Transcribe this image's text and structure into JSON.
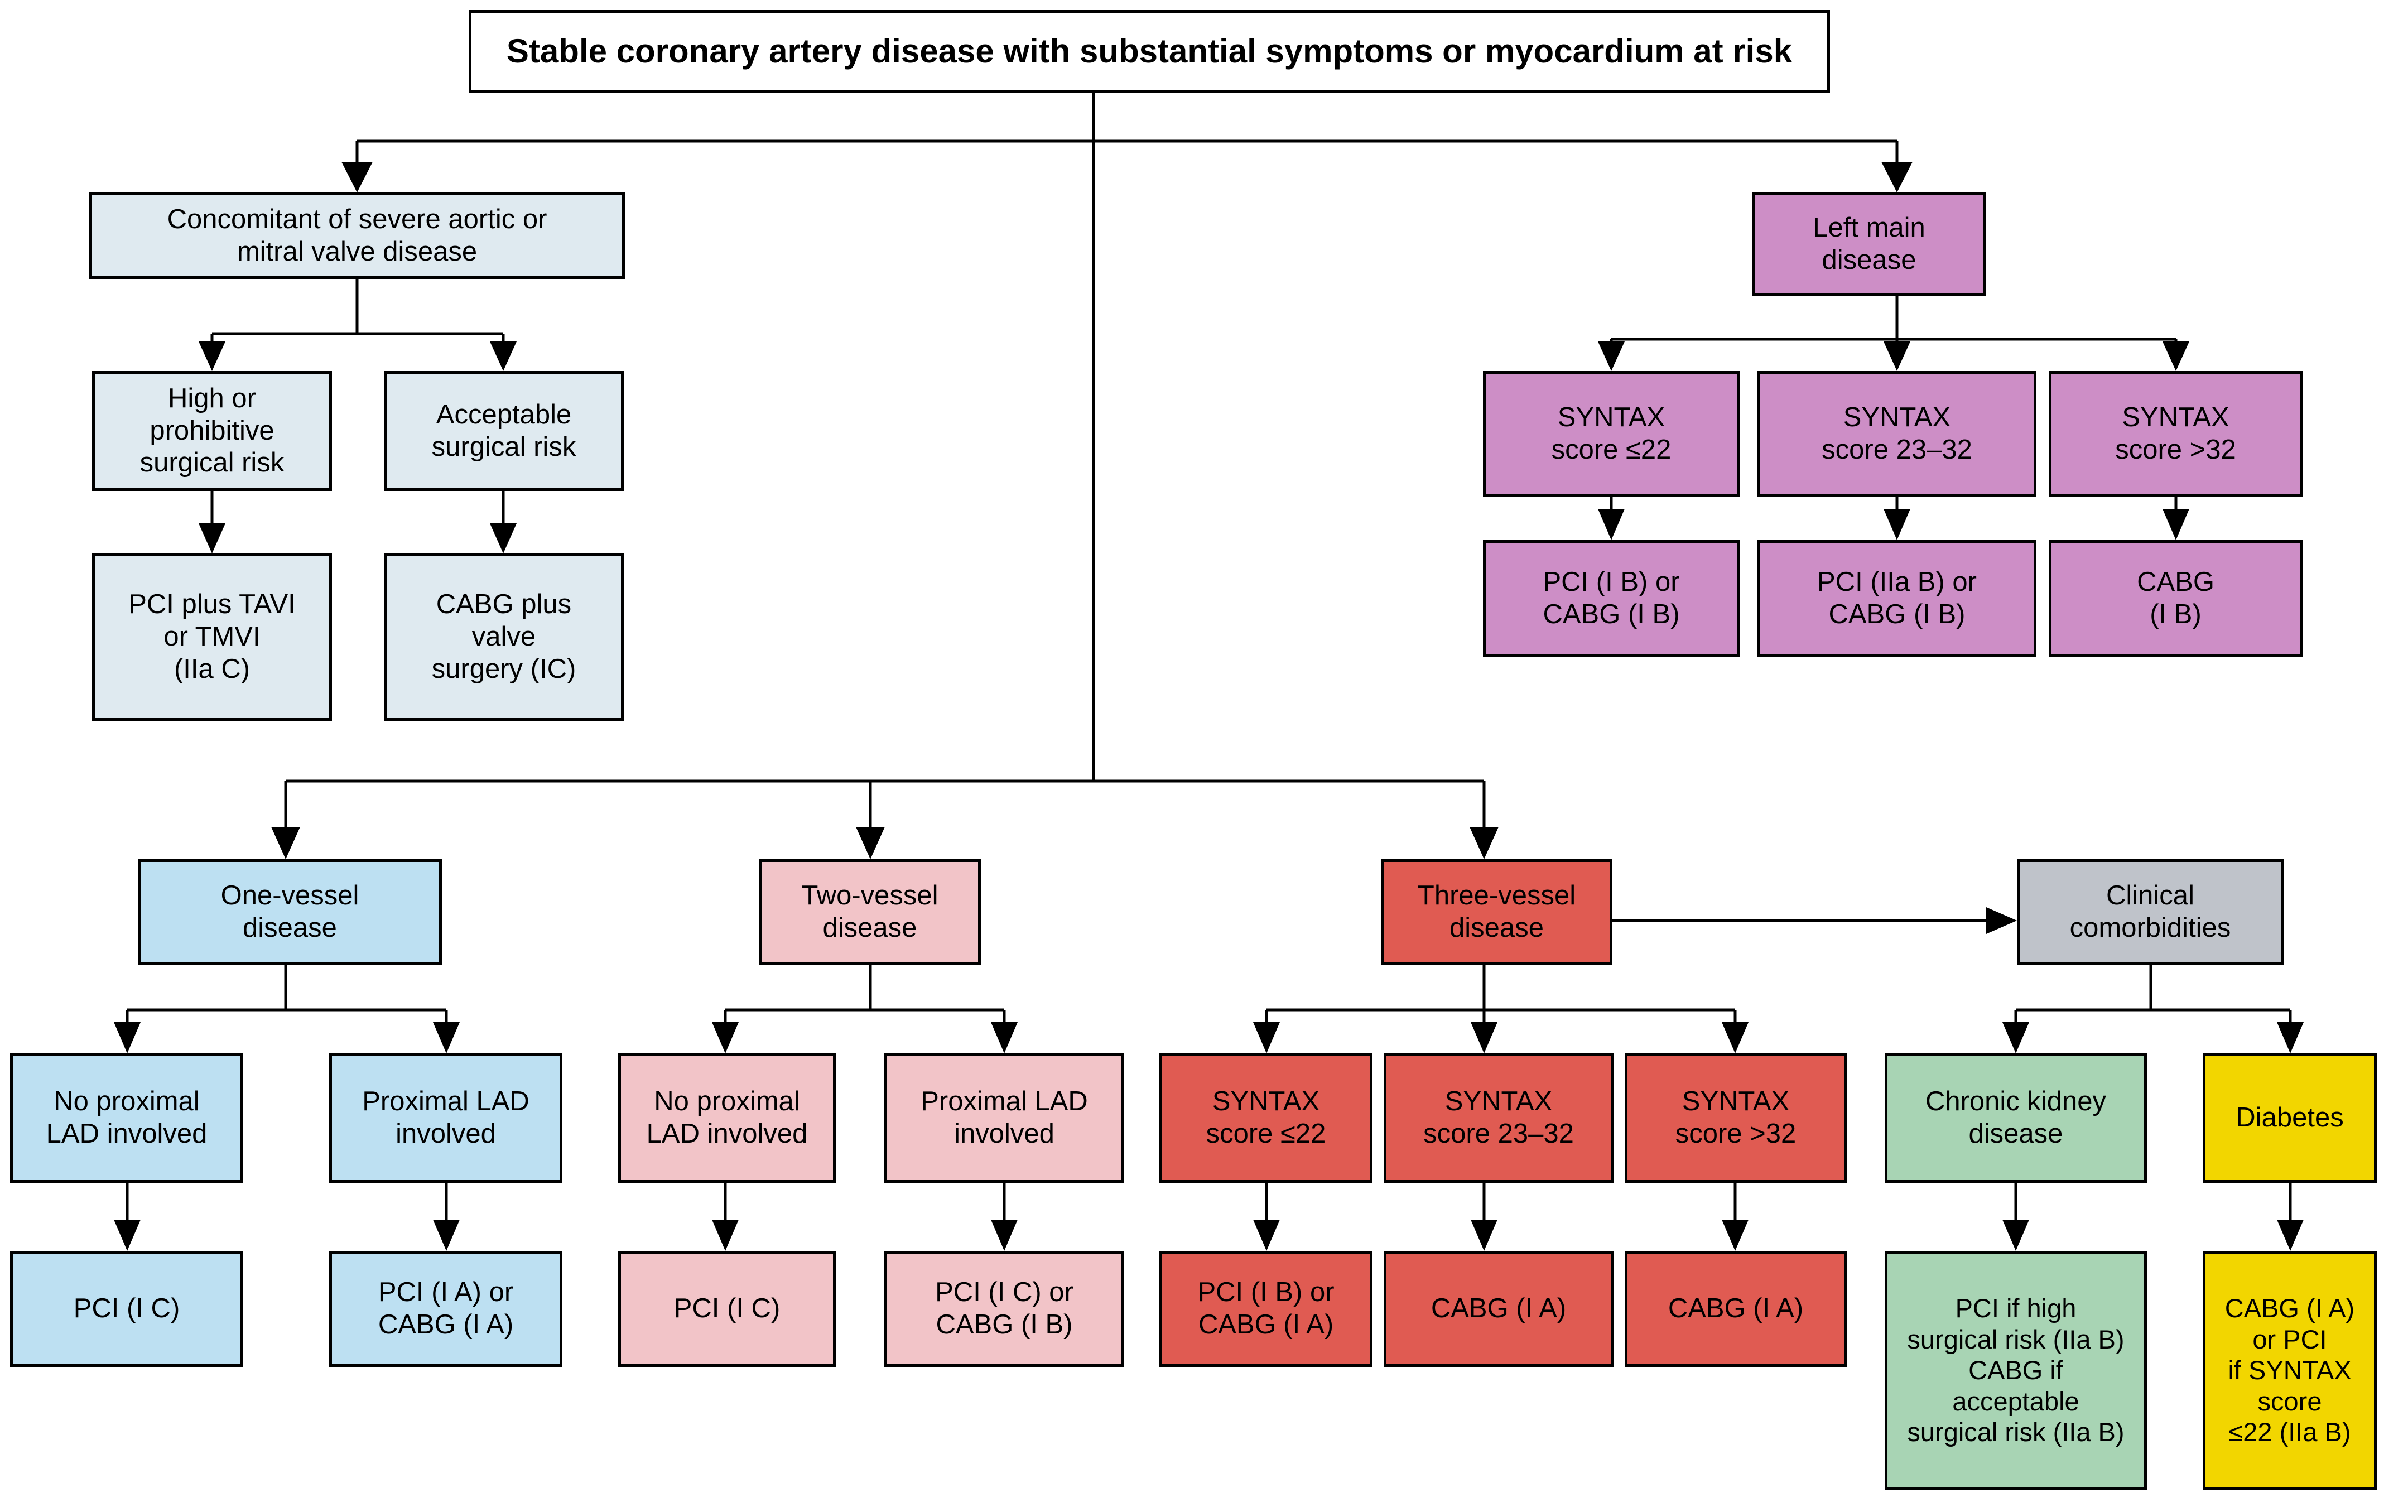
{
  "diagram": {
    "title": "Stable coronary artery disease with substantial symptoms or myocardium at risk",
    "palette": {
      "pale_blue": "#dfeaf0",
      "blue": "#bde0f2",
      "purple": "#cd8ec6",
      "pink": "#f2c4c8",
      "red": "#e05b52",
      "grey": "#bfc3ca",
      "green": "#a8d4b4",
      "yellow": "#f2d600",
      "white": "#ffffff",
      "stroke": "#000000"
    },
    "branches": {
      "valve": {
        "decision": "Concomitant of severe aortic or\nmitral valve disease",
        "options": [
          "High or\nprohibitive\nsurgical risk",
          "Acceptable\nsurgical risk"
        ],
        "outcomes": [
          "PCI plus TAVI\nor TMVI\n(IIa C)",
          "CABG plus\nvalve\nsurgery (IC)"
        ]
      },
      "left_main": {
        "decision": "Left main\ndisease",
        "options": [
          "SYNTAX\nscore ≤22",
          "SYNTAX\nscore 23–32",
          "SYNTAX\nscore >32"
        ],
        "outcomes": [
          "PCI (I B) or\nCABG (I B)",
          "PCI (IIa B) or\nCABG (I B)",
          "CABG\n(I B)"
        ]
      },
      "one_vessel": {
        "decision": "One-vessel\ndisease",
        "options": [
          "No proximal\nLAD involved",
          "Proximal LAD\ninvolved"
        ],
        "outcomes": [
          "PCI (I C)",
          "PCI (I A) or\nCABG (I A)"
        ]
      },
      "two_vessel": {
        "decision": "Two-vessel\ndisease",
        "options": [
          "No proximal\nLAD involved",
          "Proximal LAD\ninvolved"
        ],
        "outcomes": [
          "PCI (I C)",
          "PCI (I C) or\nCABG (I B)"
        ]
      },
      "three_vessel": {
        "decision": "Three-vessel\ndisease",
        "options": [
          "SYNTAX\nscore ≤22",
          "SYNTAX\nscore 23–32",
          "SYNTAX\nscore >32"
        ],
        "outcomes": [
          "PCI (I B) or\nCABG (I A)",
          "CABG (I A)",
          "CABG (I A)"
        ]
      },
      "comorbidities": {
        "decision": "Clinical\ncomorbidities",
        "options": [
          "Chronic kidney\ndisease",
          "Diabetes"
        ],
        "outcomes": [
          "PCI if high\nsurgical risk (IIa B)\nCABG if\nacceptable\nsurgical risk (IIa B)",
          "CABG (I A)\nor PCI\nif SYNTAX\nscore\n≤22 (IIa B)"
        ]
      }
    }
  }
}
